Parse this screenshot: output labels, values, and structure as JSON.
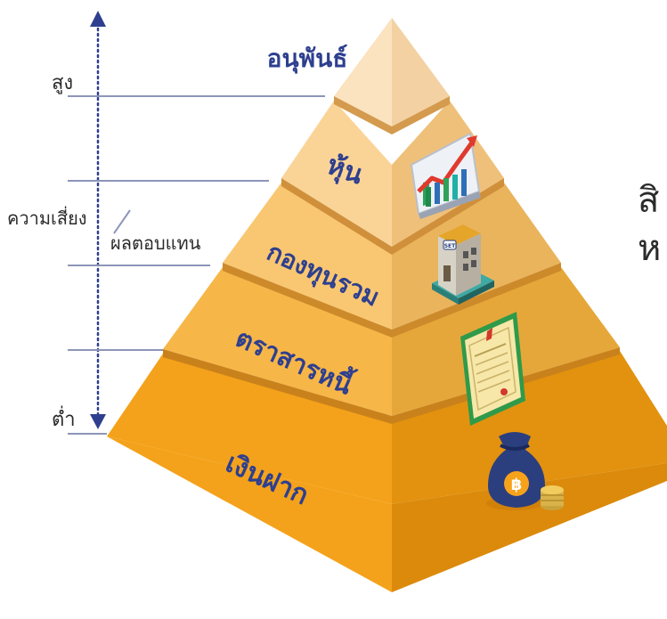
{
  "tiers": [
    {
      "label": "อนุพันธ์"
    },
    {
      "label": "หุ้น"
    },
    {
      "label": "กองทุนรวม"
    },
    {
      "label": "ตราสารหนี้"
    },
    {
      "label": "เงินฝาก"
    }
  ],
  "axis": {
    "high_label": "สูง",
    "low_label": "ต่ำ",
    "risk_label": "ความเสี่ยง",
    "return_label": "ผลตอบแทน"
  },
  "icons": {
    "stock": "stock-chart-icon",
    "fund": "set-building-icon",
    "bond": "bond-certificate-icon",
    "deposit": "money-bag-icon"
  },
  "fund_icon_text": "SET",
  "deposit_symbol": "฿",
  "side_text": [
    "สิ",
    "ห"
  ],
  "colors": {
    "tier_label": "#2e3f8f",
    "arrow": "#2e3f8f",
    "guide_lines": "#8d95b8"
  }
}
